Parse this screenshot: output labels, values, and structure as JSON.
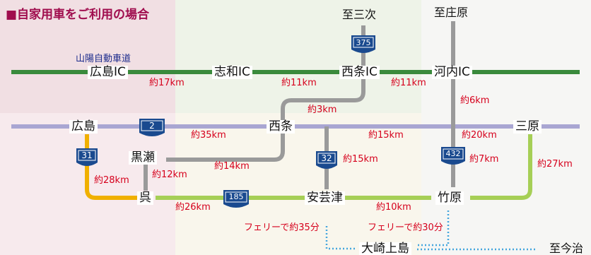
{
  "title": "■自家用車をご利用の場合",
  "expressway_label": "山陽自動車道",
  "colors": {
    "expressway": "#3a8a3c",
    "route2": "#a9a6d2",
    "route185": "#a6cf56",
    "route31": "#f0b000",
    "gray_road": "#9a9a9a",
    "ferry": "#45a6de",
    "distance_text": "#d6001c",
    "title": "#a00d4e",
    "shield": "#1a4a8f"
  },
  "ic": {
    "hiroshima": "広島IC",
    "shiwa": "志和IC",
    "saijo": "西条IC",
    "kouchi": "河内IC"
  },
  "places": {
    "hiroshima": "広島",
    "saijo": "西条",
    "mihara": "三原",
    "kurose": "黒瀬",
    "kure": "呉",
    "akitsu": "安芸津",
    "takehara": "竹原",
    "osakikamijima": "大崎上島"
  },
  "destinations": {
    "miyoshi": "至三次",
    "shobara": "至庄原",
    "imabari": "至今治"
  },
  "routes": {
    "r375": "375",
    "r2": "2",
    "r31": "31",
    "r32": "32",
    "r185": "185",
    "r432": "432"
  },
  "distances": {
    "hiroshima_shiwa": "約17km",
    "shiwa_saijo": "約11km",
    "saijo_kouchi": "約11km",
    "saijoic_saijo": "約3km",
    "kouchi_takehara_north": "約6km",
    "hiroshima_saijo": "約35km",
    "saijo_mihara": "約15km",
    "takehara_mihara_r2": "約20km",
    "kurose_saijo": "約14km",
    "kure_kurose": "約12km",
    "saijo_akitsu": "約15km",
    "takehara_r432": "約7km",
    "mihara_takehara": "約27km",
    "hiroshima_kure": "約28km",
    "kure_akitsu": "約26km",
    "akitsu_takehara": "約10km"
  },
  "ferries": {
    "akitsu": "フェリーで約35分",
    "takehara": "フェリーで約30分"
  }
}
